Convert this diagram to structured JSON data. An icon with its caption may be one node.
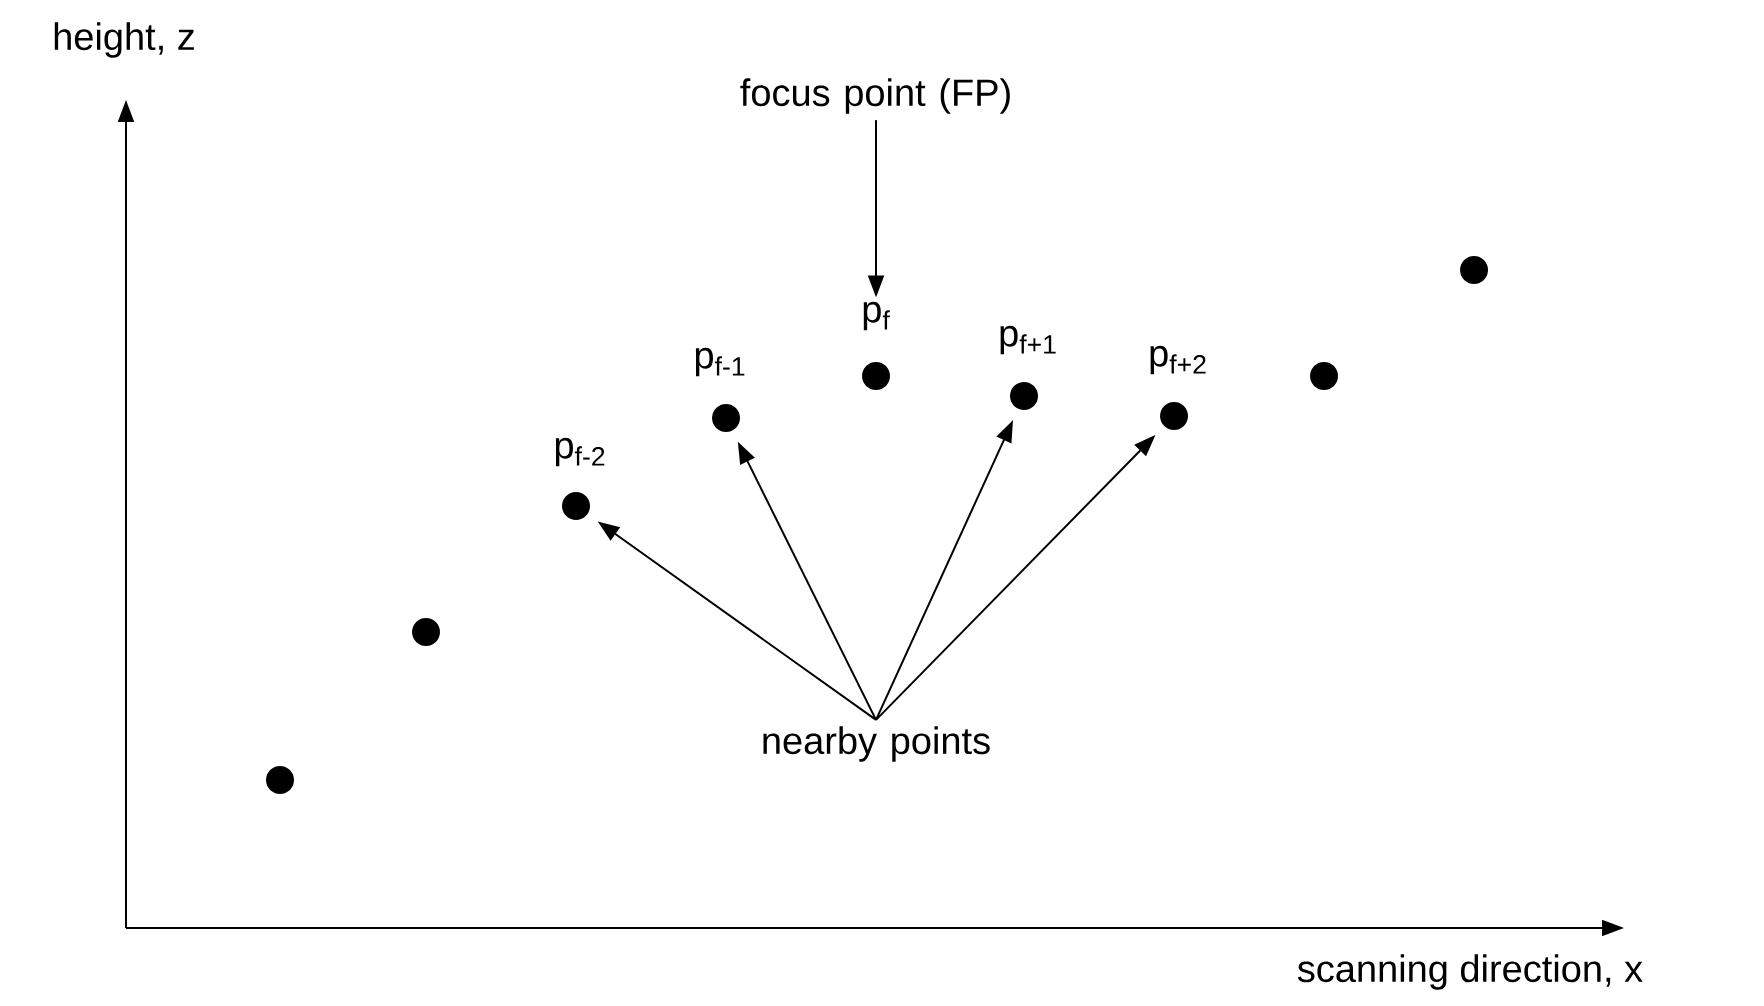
{
  "diagram": {
    "nodes": [
      {
        "text": [
          "focus point (FP)"
        ]
      },
      {
        "text": [
          "nearby points"
        ]
      },
      {
        "text": [],
        "shape": "circle"
      },
      {
        "text": [],
        "shape": "circle"
      },
      {
        "text": [],
        "shape": "circle",
        "beside": [
          "p$_{f-2}$"
        ]
      },
      {
        "text": [],
        "shape": "circle",
        "beside": [
          "p$_{f-1}$"
        ]
      },
      {
        "text": [],
        "shape": "circle",
        "beside": [
          "p$_{f}$"
        ]
      },
      {
        "text": [],
        "shape": "circle",
        "beside": [
          "p$_{f+1}$"
        ]
      },
      {
        "text": [],
        "shape": "circle",
        "beside": [
          "p$_{f+2}$"
        ]
      },
      {
        "text": [],
        "shape": "circle"
      },
      {
        "text": [],
        "shape": "circle"
      }
    ],
    "edges": [
      {
        "from": 0,
        "to": 6,
        "arrow": "to"
      },
      {
        "from": 1,
        "to": 4,
        "arrow": "to"
      },
      {
        "from": 1,
        "to": 5,
        "arrow": "to"
      },
      {
        "from": 1,
        "to": 7,
        "arrow": "to"
      },
      {
        "from": 1,
        "to": 8,
        "arrow": "to"
      }
    ],
    "labels": [
      "height, z",
      "scanning direction, x"
    ]
  }
}
